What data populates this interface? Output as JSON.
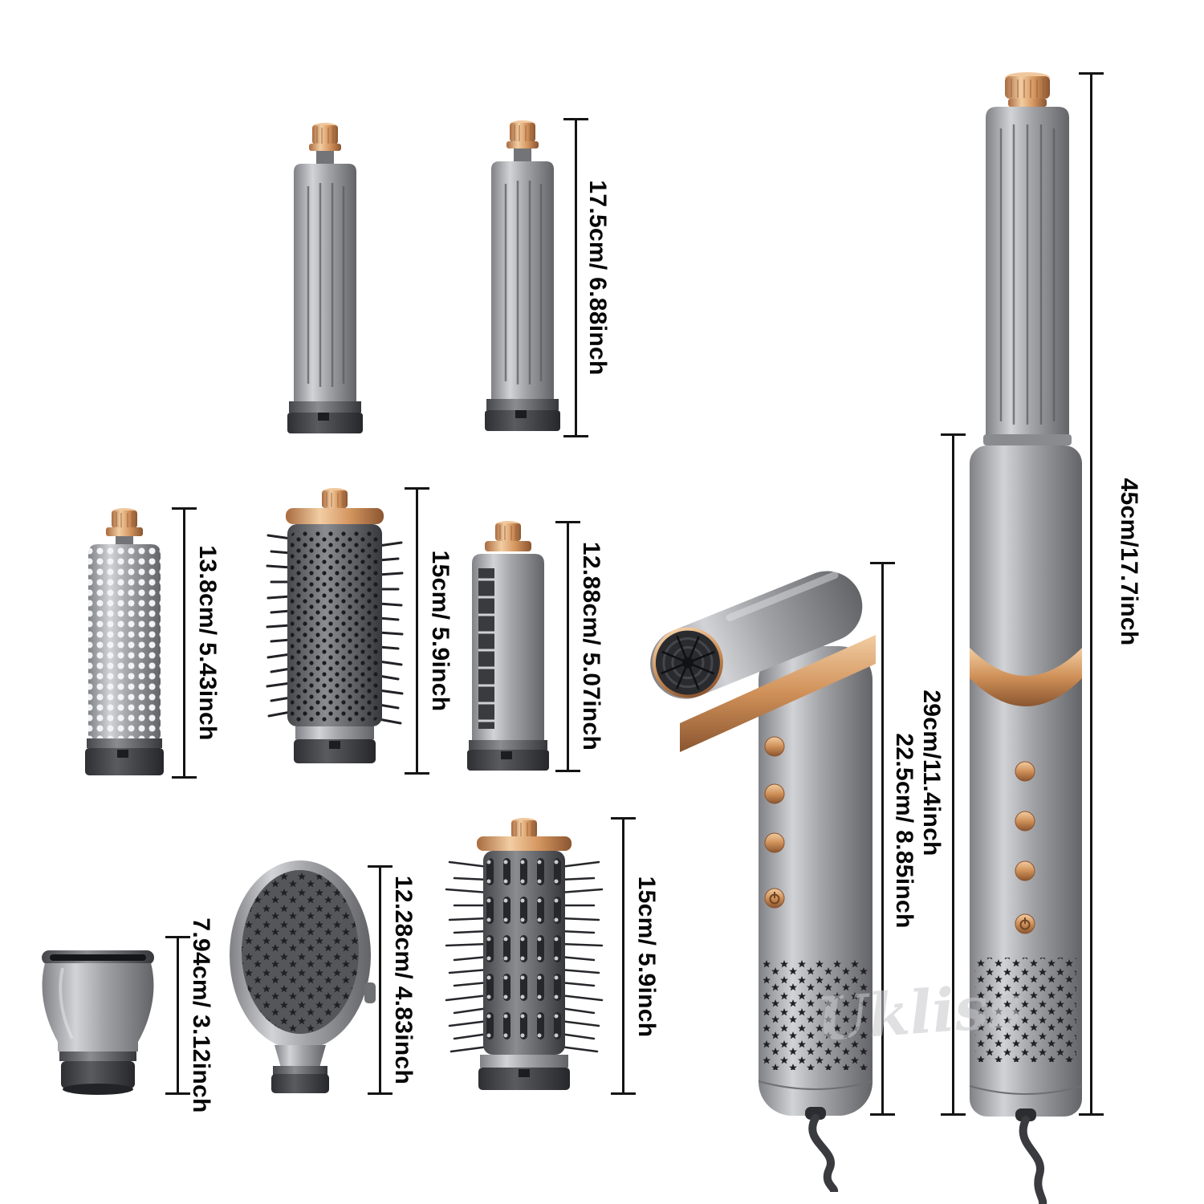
{
  "watermark": "Ukliss",
  "colors": {
    "copper_accent": "#d59660",
    "metal_gray": "#a3a4a8",
    "dark_gray": "#3c3d41",
    "dimension_line": "#141414",
    "background": "#ffffff"
  },
  "dimensions": {
    "curling_barrel": "17.5cm/ 6.88inch",
    "mesh_diffuser": "13.8cm/ 5.43inch",
    "volumizing_brush": "15cm/ 5.9inch",
    "slot_barrel": "12.88cm/ 5.07inch",
    "concentrator_nozzle": "7.94cm/ 3.12inch",
    "paddle_brush": "12.28cm/ 4.83inch",
    "round_bristle_brush": "15cm/ 5.9inch",
    "hair_dryer": "22.5cm/ 8.85inch",
    "styler_body": "29cm/11.4inch",
    "styler_total": "45cm/17.7inch"
  }
}
